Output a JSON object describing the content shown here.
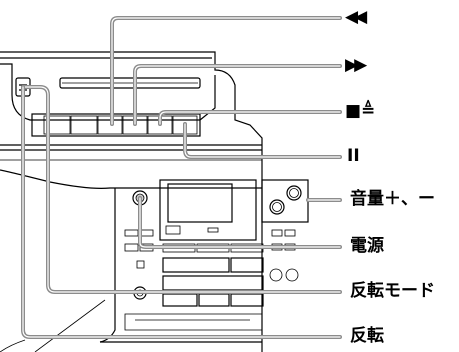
{
  "labels": {
    "rewind": "◀◀",
    "fast_forward": "▶▶",
    "stop_eject": "■≜",
    "pause": "II",
    "volume": "音量＋、ー",
    "power": "電源",
    "reverse_mode": "反転モード",
    "reverse": "反転"
  },
  "colors": {
    "callout_line": "#8c8c8c",
    "ink": "#000000",
    "panel_gray": "#c8c8c8"
  }
}
